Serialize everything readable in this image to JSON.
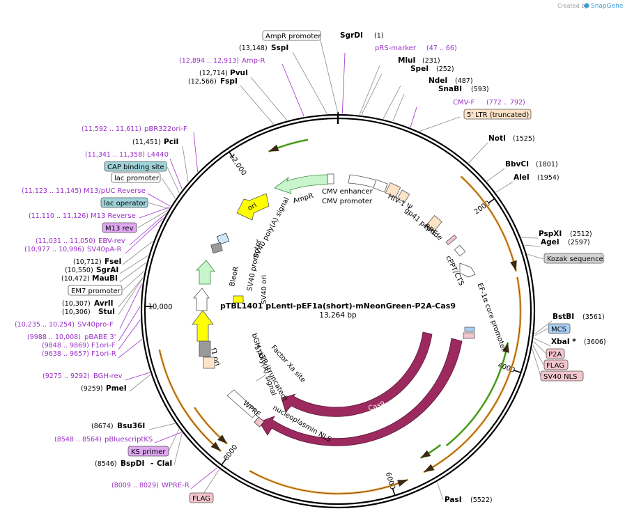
{
  "credit": {
    "prefix": "Created by",
    "brand": "SnapGene"
  },
  "plasmid": {
    "name": "pTBL1401 pLenti-pEF1a(short)-mNeonGreen-P2A-Cas9",
    "length_label": "13,264 bp",
    "length": 13264
  },
  "ticks": [
    "2000",
    "4000",
    "6000",
    "8000",
    "10,000",
    "12,000"
  ],
  "enzymes": [
    {
      "name": "SgrDI",
      "pos": "(1)"
    },
    {
      "name": "MluI",
      "pos": "(231)"
    },
    {
      "name": "SpeI",
      "pos": "(252)"
    },
    {
      "name": "NdeI",
      "pos": "(487)"
    },
    {
      "name": "SnaBI",
      "pos": "(593)"
    },
    {
      "name": "NotI",
      "pos": "(1525)"
    },
    {
      "name": "BbvCI",
      "pos": "(1801)"
    },
    {
      "name": "AleI",
      "pos": "(1954)"
    },
    {
      "name": "PspXI",
      "pos": "(2512)"
    },
    {
      "name": "AgeI",
      "pos": "(2597)"
    },
    {
      "name": "BstBI",
      "pos": "(3561)"
    },
    {
      "name": "XbaI *",
      "pos": "(3606)"
    },
    {
      "name": "PasI",
      "pos": "(5522)"
    },
    {
      "name": "SspI",
      "pos": "(13,148)"
    },
    {
      "name": "PvuI",
      "pos": "(12,714)"
    },
    {
      "name": "FspI",
      "pos": "(12,566)"
    },
    {
      "name": "PciI",
      "pos": "(11,451)"
    },
    {
      "name": "FseI",
      "pos": "(10,712)"
    },
    {
      "name": "SgrAI",
      "pos": "(10,550)"
    },
    {
      "name": "MauBI",
      "pos": "(10,472)"
    },
    {
      "name": "AvrII",
      "pos": "(10,307)"
    },
    {
      "name": "StuI",
      "pos": "(10,306)"
    },
    {
      "name": "PmeI",
      "pos": "(9259)"
    },
    {
      "name": "Bsu36I",
      "pos": "(8674)"
    },
    {
      "name": "BspDI",
      "pos": "(8546)"
    },
    {
      "name": "ClaI",
      "pos": ""
    }
  ],
  "primers": [
    {
      "name": "pRS-marker",
      "range": "(47 .. 66)"
    },
    {
      "name": "CMV-F",
      "range": "(772 .. 792)"
    },
    {
      "name": "Amp-R",
      "range": "(12,894 .. 12,913)"
    },
    {
      "name": "pBR322ori-F",
      "range": "(11,592 .. 11,611)"
    },
    {
      "name": "L4440",
      "range": "(11,341 .. 11,358)"
    },
    {
      "name": "M13/pUC Reverse",
      "range": "(11,123 .. 11,145)"
    },
    {
      "name": "M13 Reverse",
      "range": "(11,110 .. 11,126)"
    },
    {
      "name": "EBV-rev",
      "range": "(11,031 .. 11,050)"
    },
    {
      "name": "SV40pA-R",
      "range": "(10,977 .. 10,996)"
    },
    {
      "name": "SV40pro-F",
      "range": "(10,235 .. 10,254)"
    },
    {
      "name": "pBABE 3'",
      "range": "(9988 .. 10,008)"
    },
    {
      "name": "F1ori-F",
      "range": "(9848 .. 9869)"
    },
    {
      "name": "F1ori-R",
      "range": "(9638 .. 9657)"
    },
    {
      "name": "BGH-rev",
      "range": "(9275 .. 9292)"
    },
    {
      "name": "pBluescriptKS",
      "range": "(8548 .. 8564)"
    },
    {
      "name": "WPRE-R",
      "range": "(8009 .. 8029)"
    }
  ],
  "boxed_features": [
    {
      "label": "AmpR promoter",
      "color": "#ffffff"
    },
    {
      "label": "5' LTR (truncated)",
      "color": "#fde3c8"
    },
    {
      "label": "Kozak sequence",
      "color": "#d3d3d3"
    },
    {
      "label": "MCS",
      "color": "#a9cdf4"
    },
    {
      "label": "P2A",
      "color": "#f3c6ce"
    },
    {
      "label": "FLAG",
      "color": "#f3c6ce"
    },
    {
      "label": "SV40 NLS",
      "color": "#f3c6ce"
    },
    {
      "label": "CAP binding site",
      "color": "#9fd3da"
    },
    {
      "label": "lac promoter",
      "color": "#ffffff"
    },
    {
      "label": "lac operator",
      "color": "#9fd3da"
    },
    {
      "label": "M13 rev",
      "color": "#dfa8f0"
    },
    {
      "label": "EM7 promoter",
      "color": "#ffffff"
    },
    {
      "label": "KS primer",
      "color": "#dfa8f0"
    },
    {
      "label": "FLAG",
      "color": "#f3c6ce"
    }
  ],
  "inner_features": [
    "AmpR",
    "CMV enhancer",
    "CMV promoter",
    "HIV-1 Ψ",
    "RRE",
    "gp41 peptide",
    "cPPT/CTS",
    "EF-1α core promoter",
    "ori",
    "SV40 poly(A) signal",
    "BleoR",
    "SV40 promoter",
    "SV40 ori",
    "f1 ori",
    "bGH poly(A) signal",
    "5' LTR (truncated)",
    "Factor Xa site",
    "WPRE",
    "nucleoplasmin NLS",
    "Cas9",
    "Cas9"
  ],
  "colors": {
    "ampr": "#c8f5cc",
    "ori": "#ffff00",
    "cas9": "#9c2a5f",
    "ltr": "#fde3c8",
    "orange_arc": "#f0a23a",
    "green_arc": "#68c83d",
    "primer": "#9b30c8"
  }
}
